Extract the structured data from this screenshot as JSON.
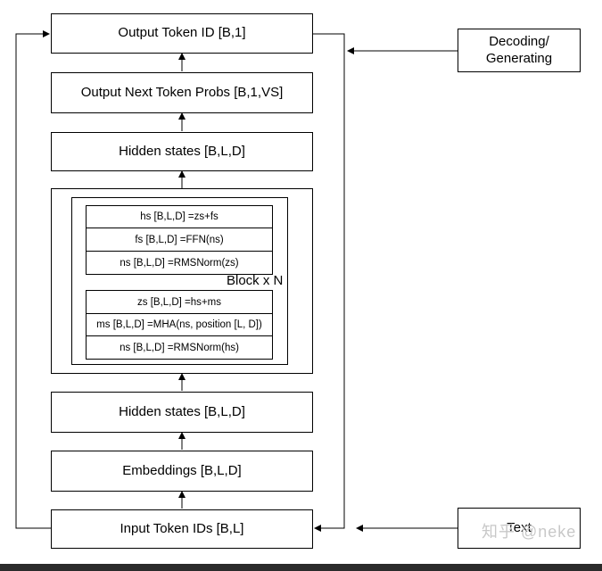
{
  "boxes": {
    "output_token_id": "Output Token ID [B,1]",
    "output_probs": "Output Next Token Probs [B,1,VS]",
    "hidden_top": "Hidden states [B,L,D]",
    "hidden_bottom": "Hidden states [B,L,D]",
    "embeddings": "Embeddings [B,L,D]",
    "input_ids": "Input Token IDs [B,L]"
  },
  "side": {
    "decoding_line1": "Decoding/",
    "decoding_line2": "Generating",
    "text": "Text"
  },
  "block": {
    "label": "Block x N",
    "upper": [
      "hs [B,L,D] =zs+fs",
      "fs [B,L,D] =FFN(ns)",
      "ns [B,L,D] =RMSNorm(zs)"
    ],
    "lower": [
      "zs [B,L,D] =hs+ms",
      "ms [B,L,D] =MHA(ns, position [L, D])",
      "ns [B,L,D] =RMSNorm(hs)"
    ]
  },
  "watermark": "知乎 @neke"
}
